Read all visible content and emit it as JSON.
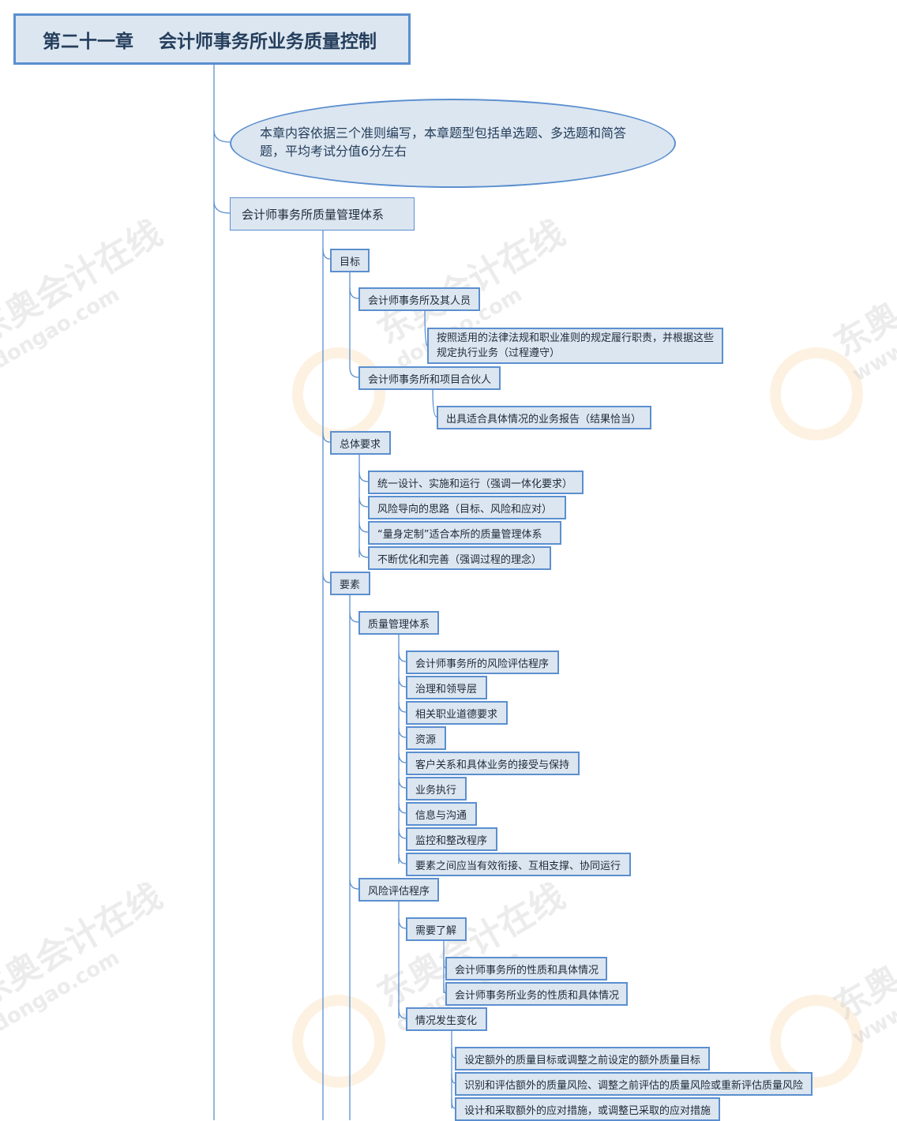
{
  "title": "第二十一章    会计师事务所业务质量控制",
  "summary": "本章内容依据三个准则编写，本章题型包括单选题、多选题和简答题，平均考试分值6分左右",
  "watermark": {
    "text": "东奥会计在线",
    "domain": "dongao.com"
  },
  "section": "会计师事务所质量管理体系",
  "goal": {
    "label": "目标",
    "items": [
      {
        "label": "会计师事务所及其人员",
        "detail": "按照适用的法律法规和职业准则的规定履行职责，并根据这些规定执行业务（过程遵守）"
      },
      {
        "label": "会计师事务所和项目合伙人",
        "detail": "出具适合具体情况的业务报告（结果恰当）"
      }
    ]
  },
  "general": {
    "label": "总体要求",
    "items": [
      "统一设计、实施和运行（强调一体化要求）",
      "风险导向的思路（目标、风险和应对）",
      "“量身定制”适合本所的质量管理体系",
      "不断优化和完善（强调过程的理念）"
    ]
  },
  "elements": {
    "label": "要素",
    "qms": {
      "label": "质量管理体系",
      "items": [
        "会计师事务所的风险评估程序",
        "治理和领导层",
        "相关职业道德要求",
        "资源",
        "客户关系和具体业务的接受与保持",
        "业务执行",
        "信息与沟通",
        "监控和整改程序",
        "要素之间应当有效衔接、互相支撑、协同运行"
      ]
    },
    "risk": {
      "label": "风险评估程序",
      "understand": {
        "label": "需要了解",
        "items": [
          "会计师事务所的性质和具体情况",
          "会计师事务所业务的性质和具体情况"
        ]
      },
      "change": {
        "label": "情况发生变化",
        "items": [
          "设定额外的质量目标或调整之前设定的额外质量目标",
          "识别和评估额外的质量风险、调整之前评估的质量风险或重新评估质量风险",
          "设计和采取额外的应对措施，或调整已采取的应对措施"
        ]
      }
    }
  }
}
